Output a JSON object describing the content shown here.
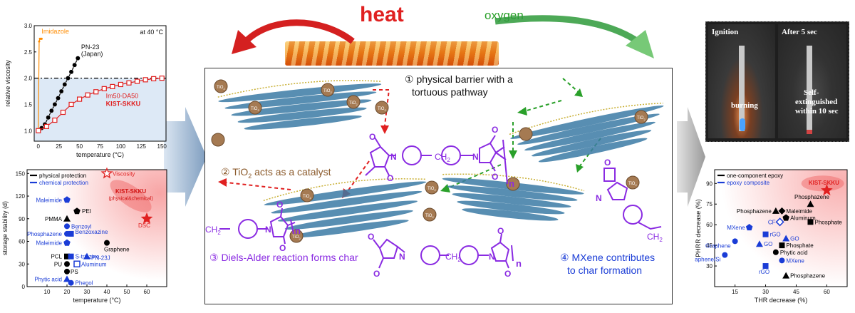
{
  "header": {
    "heat": "heat",
    "oxygen": "oxygen"
  },
  "center": {
    "step1": "① physical barrier with a",
    "step1b": "tortuous pathway",
    "step2": "② TiO",
    "step2_sub": "2",
    "step2_tail": " acts as a catalyst",
    "step3": "③ Diels-Alder reaction forms char",
    "step4": "④ MXene contributes",
    "step4b": "to char formation",
    "tio2": "TiO",
    "tio2_sub": "2",
    "n": "n",
    "ch2": "CH",
    "ch2_sub": "2",
    "O": "O",
    "N": "N"
  },
  "photos": {
    "ignition": "Ignition",
    "after": "After 5 sec",
    "burning": "burning",
    "self1": "Self-",
    "self2": "extinguished",
    "self3": "within 10 sec"
  },
  "colors": {
    "heat": "#e02020",
    "oxygen": "#2aa02a",
    "purple": "#8a2be2",
    "blue": "#1a3cd6",
    "red": "#e02020",
    "orange": "#ff8c00"
  },
  "chart_data": [
    {
      "type": "scatter",
      "xlabel": "temperature (°C)",
      "ylabel": "relative viscosity",
      "xlim": [
        -5,
        155
      ],
      "ylim": [
        0.8,
        3.0
      ],
      "xticks": [
        0,
        25,
        50,
        75,
        100,
        125,
        150
      ],
      "yticks": [
        1.0,
        1.5,
        2.0,
        2.5,
        3.0
      ],
      "annotation_top": "at 40 °C",
      "reference_line": 2.0,
      "series": [
        {
          "name": "Imidazole",
          "color": "#ff8c00",
          "x": [
            0,
            1,
            2,
            3,
            4
          ],
          "y": [
            1.0,
            2.7,
            2.75,
            2.75,
            2.75
          ]
        },
        {
          "name": "PN-23",
          "name2": "(Japan)",
          "color": "#000000",
          "x": [
            0,
            4,
            8,
            12,
            16,
            20,
            24,
            28,
            32,
            36,
            40,
            44,
            48
          ],
          "y": [
            1.0,
            1.05,
            1.12,
            1.25,
            1.38,
            1.5,
            1.62,
            1.75,
            1.88,
            2.0,
            2.12,
            2.25,
            2.38
          ]
        },
        {
          "name": "Im50-DA50",
          "name2": "KIST-SKKU",
          "color": "#e02020",
          "x": [
            0,
            10,
            20,
            30,
            40,
            50,
            60,
            70,
            80,
            90,
            100,
            110,
            120,
            130,
            140,
            150
          ],
          "y": [
            1.0,
            1.08,
            1.2,
            1.35,
            1.5,
            1.6,
            1.68,
            1.74,
            1.8,
            1.84,
            1.88,
            1.91,
            1.94,
            1.97,
            1.99,
            2.0
          ]
        }
      ]
    },
    {
      "type": "scatter",
      "xlabel": "temperature (°C)",
      "ylabel": "storage stability (d)",
      "xlim": [
        0,
        70
      ],
      "ylim": [
        0,
        155
      ],
      "xticks": [
        10,
        20,
        30,
        40,
        50,
        60
      ],
      "yticks": [
        0,
        30,
        60,
        90,
        120,
        150
      ],
      "legend": [
        "physical protection",
        "chemical protection"
      ],
      "legend_colors": [
        "#000000",
        "#1a3cd6"
      ],
      "kist_label": "KIST-SKKU",
      "kist_sub": "(physical&chemical)",
      "points": [
        {
          "label": "Viscosity",
          "x": 40,
          "y": 150,
          "shape": "star-open",
          "color": "#e02020"
        },
        {
          "label": "DSC",
          "x": 60,
          "y": 90,
          "shape": "star",
          "color": "#e02020"
        },
        {
          "label": "Maleimide",
          "x": 20,
          "y": 115,
          "shape": "pent",
          "color": "#1a3cd6"
        },
        {
          "label": "PEI",
          "x": 25,
          "y": 100,
          "shape": "pent",
          "color": "#000000"
        },
        {
          "label": "PMMA",
          "x": 20,
          "y": 90,
          "shape": "tri",
          "color": "#000000"
        },
        {
          "label": "Benzoyl",
          "x": 20,
          "y": 80,
          "shape": "circ",
          "color": "#1a3cd6"
        },
        {
          "label": "Phosphazene",
          "x": 20,
          "y": 70,
          "shape": "circ",
          "color": "#1a3cd6"
        },
        {
          "label": "Benzoxazine",
          "x": 22,
          "y": 70,
          "shape": "sq",
          "color": "#1a3cd6"
        },
        {
          "label": "Maleimide",
          "x": 20,
          "y": 58,
          "shape": "pent",
          "color": "#1a3cd6"
        },
        {
          "label": "Graphene",
          "x": 40,
          "y": 58,
          "shape": "circ",
          "color": "#000000"
        },
        {
          "label": "PCL",
          "x": 20,
          "y": 40,
          "shape": "sq",
          "color": "#000000"
        },
        {
          "label": "S-triazine",
          "x": 22,
          "y": 40,
          "shape": "sq",
          "color": "#1a3cd6"
        },
        {
          "label": "PN-23J",
          "x": 30,
          "y": 40,
          "shape": "tri",
          "color": "#1a3cd6"
        },
        {
          "label": "PU",
          "x": 20,
          "y": 30,
          "shape": "circ",
          "color": "#000000"
        },
        {
          "label": "Aluminum",
          "x": 25,
          "y": 30,
          "shape": "sq-open",
          "color": "#1a3cd6"
        },
        {
          "label": "PS",
          "x": 20,
          "y": 20,
          "shape": "circ",
          "color": "#000000"
        },
        {
          "label": "Phytic acid",
          "x": 20,
          "y": 10,
          "shape": "tri",
          "color": "#1a3cd6"
        },
        {
          "label": "Phenol",
          "x": 22,
          "y": 5,
          "shape": "circ",
          "color": "#1a3cd6"
        }
      ]
    },
    {
      "type": "scatter",
      "xlabel": "THR decrease (%)",
      "ylabel": "PHRR decrease (%)",
      "xlim": [
        5,
        70
      ],
      "ylim": [
        15,
        100
      ],
      "xticks": [
        15,
        30,
        45,
        60
      ],
      "yticks": [
        30,
        45,
        60,
        75,
        90
      ],
      "legend": [
        "one-component epoxy",
        "epoxy composite"
      ],
      "legend_colors": [
        "#000000",
        "#1a3cd6"
      ],
      "points": [
        {
          "label": "KIST-SKKU",
          "x": 60,
          "y": 85,
          "shape": "star",
          "color": "#e02020"
        },
        {
          "label": "Phosphazene",
          "x": 52,
          "y": 75,
          "shape": "tri",
          "color": "#000000"
        },
        {
          "label": "Phosphazene",
          "x": 35,
          "y": 70,
          "shape": "tri",
          "color": "#000000"
        },
        {
          "label": "Maleimide",
          "x": 38,
          "y": 70,
          "shape": "dia",
          "color": "#000000"
        },
        {
          "label": "Aluminum",
          "x": 40,
          "y": 65,
          "shape": "pent",
          "color": "#000000"
        },
        {
          "label": "Phosphate",
          "x": 52,
          "y": 62,
          "shape": "sq",
          "color": "#000000"
        },
        {
          "label": "CF",
          "x": 37,
          "y": 62,
          "shape": "dia-open",
          "color": "#1a3cd6"
        },
        {
          "label": "MXene",
          "x": 22,
          "y": 58,
          "shape": "pent",
          "color": "#1a3cd6"
        },
        {
          "label": "rGO",
          "x": 30,
          "y": 53,
          "shape": "sq",
          "color": "#1a3cd6"
        },
        {
          "label": "GO",
          "x": 40,
          "y": 50,
          "shape": "tri",
          "color": "#1a3cd6"
        },
        {
          "label": "GO",
          "x": 27,
          "y": 46,
          "shape": "tri",
          "color": "#1a3cd6"
        },
        {
          "label": "Graphene",
          "x": 15,
          "y": 48,
          "shape": "circ",
          "color": "#1a3cd6"
        },
        {
          "label": "Phosphate",
          "x": 38,
          "y": 45,
          "shape": "sq",
          "color": "#000000"
        },
        {
          "label": "Phytic acid",
          "x": 35,
          "y": 40,
          "shape": "circ",
          "color": "#000000"
        },
        {
          "label": "Graphene/Si",
          "x": 10,
          "y": 38,
          "shape": "circ",
          "color": "#1a3cd6"
        },
        {
          "label": "MXene",
          "x": 38,
          "y": 34,
          "shape": "circ",
          "color": "#1a3cd6"
        },
        {
          "label": "rGO",
          "x": 30,
          "y": 30,
          "shape": "sq",
          "color": "#1a3cd6"
        },
        {
          "label": "Phosphazene",
          "x": 40,
          "y": 23,
          "shape": "tri",
          "color": "#000000"
        }
      ]
    }
  ]
}
